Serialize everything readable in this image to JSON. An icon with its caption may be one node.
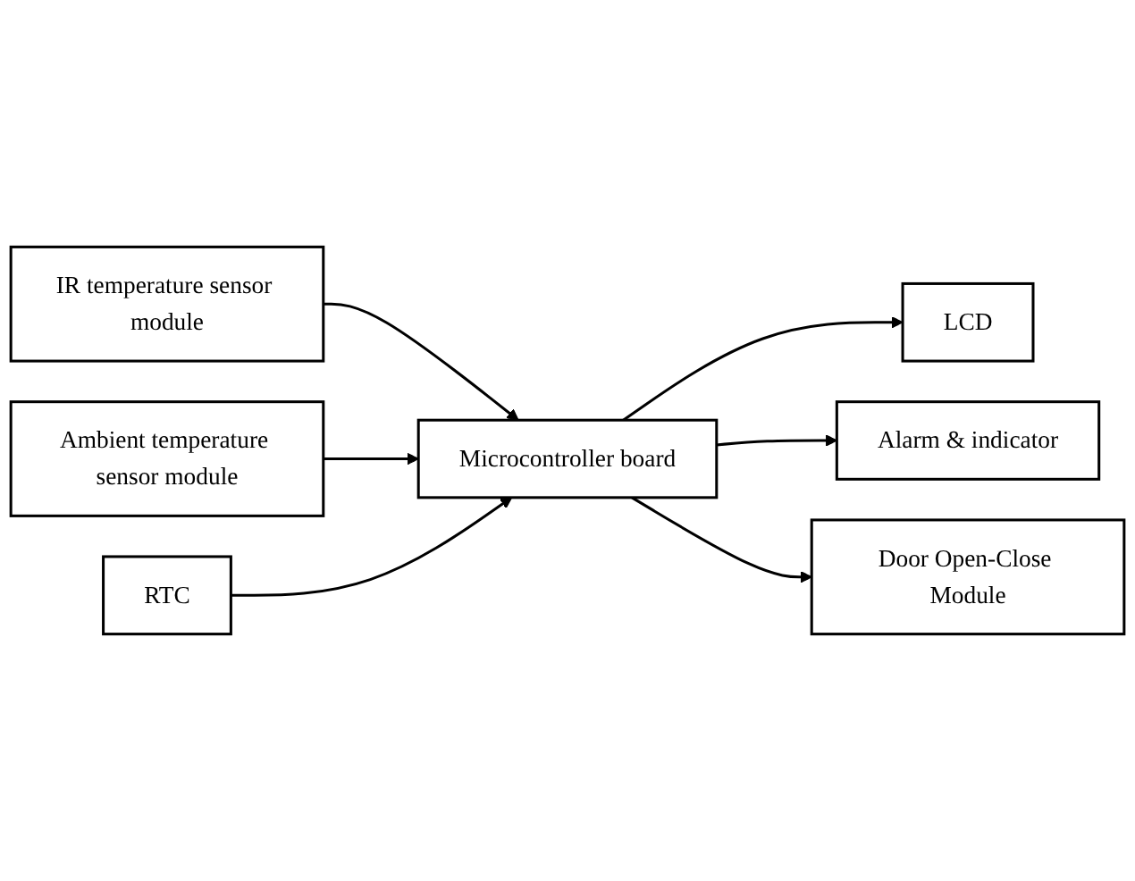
{
  "diagram": {
    "nodes": [
      {
        "text": [
          "LCD"
        ]
      },
      {
        "text": [
          "IR temperature sensor module"
        ]
      },
      {
        "text": [
          "Ambient temperature sensor module"
        ]
      },
      {
        "text": [
          "RTC"
        ]
      },
      {
        "text": [
          "Microcontroller board"
        ]
      },
      {
        "text": [
          "Alarm & indicator"
        ]
      },
      {
        "text": [
          "Door Open-Close Module"
        ]
      }
    ],
    "edges": [
      {
        "from": 1,
        "to": 4,
        "arrow": "to"
      },
      {
        "from": 2,
        "to": 4,
        "arrow": "to"
      },
      {
        "from": 3,
        "to": 4,
        "arrow": "to"
      },
      {
        "from": 4,
        "to": 0,
        "arrow": "to"
      },
      {
        "from": 4,
        "to": 5,
        "arrow": "to"
      },
      {
        "from": 4,
        "to": 6,
        "arrow": "to"
      }
    ]
  }
}
